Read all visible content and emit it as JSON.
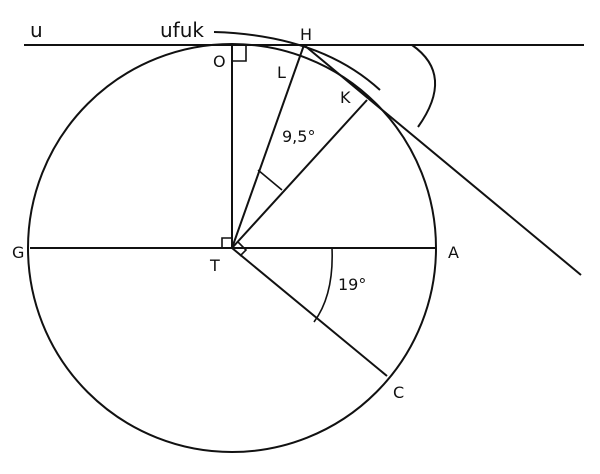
{
  "labels": {
    "u": "u",
    "ufuk": "ufuk",
    "H": "H",
    "O": "O",
    "L": "L",
    "K": "K",
    "G": "G",
    "T": "T",
    "A": "A",
    "C": "C",
    "angle_HTK": "9,5°",
    "angle_ATC": "19°"
  }
}
